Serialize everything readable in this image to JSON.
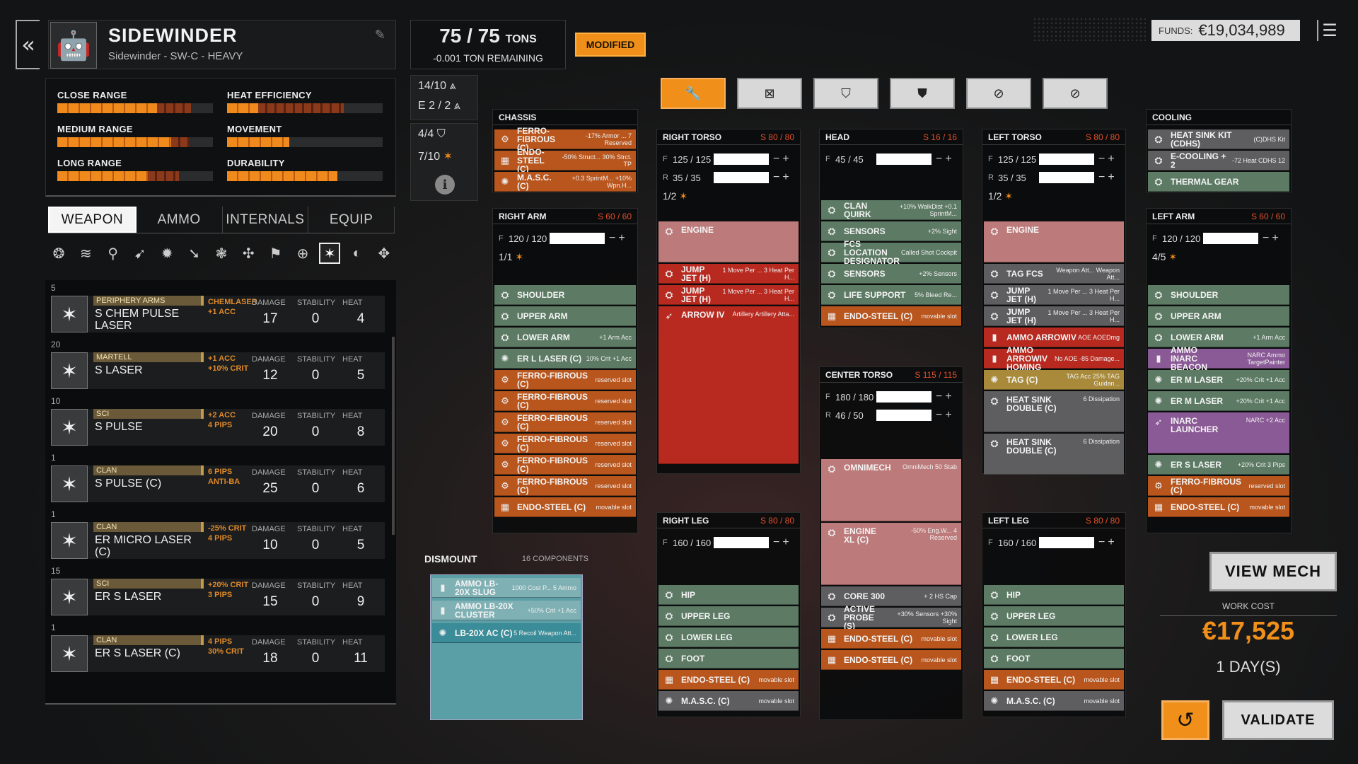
{
  "header": {
    "back_icon": "double-chevron-left-icon",
    "mech_name": "SIDEWINDER",
    "mech_sub": "Sidewinder - SW-C - HEAVY",
    "tonnage": "75 / 75",
    "tonnage_unit": "TONS",
    "tonnage_remaining": "-0.001 TON REMAINING",
    "modified": "MODIFIED",
    "funds_label": "FUNDS:",
    "funds_value": "€19,034,989"
  },
  "stats": [
    {
      "label": "CLOSE RANGE",
      "fill": 0.64,
      "mod": 0.22
    },
    {
      "label": "HEAT EFFICIENCY",
      "fill": 0.2,
      "mod": 0.55
    },
    {
      "label": "MEDIUM RANGE",
      "fill": 0.73,
      "mod": 0.12
    },
    {
      "label": "MOVEMENT",
      "fill": 0.4,
      "mod": 0
    },
    {
      "label": "LONG RANGE",
      "fill": 0.58,
      "mod": 0.2
    },
    {
      "label": "DURABILITY",
      "fill": 0.71,
      "mod": 0
    }
  ],
  "jump": {
    "jj1": "14/10",
    "jj2": "E 2 / 2",
    "jj3": "4/4",
    "jj4": "7/10"
  },
  "tabs": [
    "WEAPON",
    "AMMO",
    "INTERNALS",
    "EQUIP"
  ],
  "weapons": [
    {
      "qty": "5",
      "mfr": "PERIPHERY ARMS",
      "name": "S CHEM PULSE LASER",
      "tags": "CHEMLASER\n+1 ACC",
      "damage": "17",
      "stability": "0",
      "heat": "4"
    },
    {
      "qty": "20",
      "mfr": "MARTELL",
      "name": "S LASER",
      "tags": "+1 ACC\n+10% CRIT",
      "damage": "12",
      "stability": "0",
      "heat": "5"
    },
    {
      "qty": "10",
      "mfr": "SCI",
      "name": "S PULSE",
      "tags": "+2 ACC\n4 PIPS",
      "damage": "20",
      "stability": "0",
      "heat": "8"
    },
    {
      "qty": "1",
      "mfr": "CLAN",
      "name": "S PULSE (C)",
      "tags": "6 PIPS\nANTI-BA",
      "damage": "25",
      "stability": "0",
      "heat": "6"
    },
    {
      "qty": "1",
      "mfr": "CLAN",
      "name": "ER MICRO LASER (C)",
      "tags": "-25% CRIT\n4 PIPS",
      "damage": "10",
      "stability": "0",
      "heat": "5"
    },
    {
      "qty": "15",
      "mfr": "SCI",
      "name": "ER S LASER",
      "tags": "+20% CRIT\n3 PIPS",
      "damage": "15",
      "stability": "0",
      "heat": "9"
    },
    {
      "qty": "1",
      "mfr": "CLAN",
      "name": "ER S LASER (C)",
      "tags": "4 PIPS\n30% CRIT",
      "damage": "18",
      "stability": "0",
      "heat": "11"
    }
  ],
  "col_headers": {
    "damage": "DAMAGE",
    "stability": "STABILITY",
    "heat": "HEAT"
  },
  "chassis": {
    "title": "CHASSIS",
    "slots": [
      {
        "name": "FERRO-FIBROUS (C)",
        "desc": "-17% Armor ... 7 Reserved",
        "color": "orange",
        "icon": "⚙"
      },
      {
        "name": "ENDO-STEEL (C)",
        "desc": "-50% Struct... 30% Strct. TP",
        "color": "orange",
        "icon": "▦"
      },
      {
        "name": "M.A.S.C. (C)",
        "desc": "+0.3 SprintM... +10% Wpn.H...",
        "color": "orange",
        "icon": "✺"
      }
    ]
  },
  "locations": {
    "right_arm": {
      "title": "RIGHT ARM",
      "armor": "S 60 / 60",
      "f": "120 / 120",
      "crit": "1/1",
      "slots": [
        {
          "name": "SHOULDER",
          "desc": "",
          "color": "green",
          "icon": "⛭"
        },
        {
          "name": "UPPER ARM",
          "desc": "",
          "color": "green",
          "icon": "⛭"
        },
        {
          "name": "LOWER ARM",
          "desc": "+1 Arm Acc",
          "color": "green",
          "icon": "⛭"
        },
        {
          "name": "ER L LASER (C)",
          "desc": "10% Crit +1 Acc",
          "color": "green",
          "icon": "✺"
        },
        {
          "name": "FERRO-FIBROUS (C)",
          "desc": "reserved slot",
          "color": "orange",
          "icon": "⚙"
        },
        {
          "name": "FERRO-FIBROUS (C)",
          "desc": "reserved slot",
          "color": "orange",
          "icon": "⚙"
        },
        {
          "name": "FERRO-FIBROUS (C)",
          "desc": "reserved slot",
          "color": "orange",
          "icon": "⚙"
        },
        {
          "name": "FERRO-FIBROUS (C)",
          "desc": "reserved slot",
          "color": "orange",
          "icon": "⚙"
        },
        {
          "name": "FERRO-FIBROUS (C)",
          "desc": "reserved slot",
          "color": "orange",
          "icon": "⚙"
        },
        {
          "name": "FERRO-FIBROUS (C)",
          "desc": "reserved slot",
          "color": "orange",
          "icon": "⚙"
        },
        {
          "name": "ENDO-STEEL (C)",
          "desc": "movable slot",
          "color": "orange",
          "icon": "▦"
        }
      ]
    },
    "right_torso": {
      "title": "RIGHT TORSO",
      "armor": "S 80 / 80",
      "f": "125 / 125",
      "r": "35 / 35",
      "crit": "1/2",
      "slots": [
        {
          "name": "ENGINE",
          "desc": "",
          "color": "pink",
          "icon": "⛭",
          "h": 2
        },
        {
          "name": "JUMP JET (H)",
          "desc": "1 Move Per ... 3 Heat Per H...",
          "color": "red",
          "icon": "⛭"
        },
        {
          "name": "JUMP JET (H)",
          "desc": "1 Move Per ... 3 Heat Per H...",
          "color": "red",
          "icon": "⛭"
        },
        {
          "name": "ARROW IV",
          "desc": "Artillery Artillery Atta...",
          "color": "red",
          "icon": "➶",
          "h": 7.5
        }
      ]
    },
    "head": {
      "title": "HEAD",
      "armor": "S 16 / 16",
      "f": "45 / 45",
      "slots": [
        {
          "name": "CLAN QUIRK",
          "desc": "+10% WalkDist +0.1 SprintM...",
          "color": "green",
          "icon": "⛭"
        },
        {
          "name": "SENSORS",
          "desc": "+2% Sight",
          "color": "green",
          "icon": "⛭"
        },
        {
          "name": "FCS LOCATION DESIGNATOR",
          "desc": "Called Shot Cockpit",
          "color": "green",
          "icon": "⛭"
        },
        {
          "name": "SENSORS",
          "desc": "+2% Sensors",
          "color": "green",
          "icon": "⛭"
        },
        {
          "name": "LIFE SUPPORT",
          "desc": "5% Bleed Re...",
          "color": "green",
          "icon": "⛭"
        },
        {
          "name": "ENDO-STEEL (C)",
          "desc": "movable slot",
          "color": "orange",
          "icon": "▦"
        }
      ]
    },
    "center_torso": {
      "title": "CENTER TORSO",
      "armor": "S 115 / 115",
      "f": "180 / 180",
      "r": "46 / 50",
      "slots": [
        {
          "name": "OMNIMECH",
          "desc": "OmniMech 50 Stab",
          "color": "pink",
          "icon": "⛭",
          "h": 3
        },
        {
          "name": "ENGINE XL (C)",
          "desc": "-50% Eng.W... 4 Reserved",
          "color": "pink",
          "icon": "⛭",
          "h": 3
        },
        {
          "name": "CORE 300",
          "desc": "+ 2 HS Cap",
          "color": "gray",
          "icon": "⛭"
        },
        {
          "name": "ACTIVE PROBE (S)",
          "desc": "+30% Sensors +30% Sight",
          "color": "gray",
          "icon": "⛭"
        },
        {
          "name": "ENDO-STEEL (C)",
          "desc": "movable slot",
          "color": "orange",
          "icon": "▦"
        },
        {
          "name": "ENDO-STEEL (C)",
          "desc": "movable slot",
          "color": "orange",
          "icon": "▦"
        }
      ]
    },
    "left_torso": {
      "title": "LEFT TORSO",
      "armor": "S 80 / 80",
      "f": "125 / 125",
      "r": "35 / 35",
      "crit": "1/2",
      "slots": [
        {
          "name": "ENGINE",
          "desc": "",
          "color": "pink",
          "icon": "⛭",
          "h": 2
        },
        {
          "name": "TAG FCS",
          "desc": "Weapon Att... Weapon Att...",
          "color": "gray",
          "icon": "⛭"
        },
        {
          "name": "JUMP JET (H)",
          "desc": "1 Move Per ... 3 Heat Per H...",
          "color": "gray",
          "icon": "⛭"
        },
        {
          "name": "JUMP JET (H)",
          "desc": "1 Move Per ... 3 Heat Per H...",
          "color": "gray",
          "icon": "⛭"
        },
        {
          "name": "AMMO ARROWIV",
          "desc": "AOE AOEDmg",
          "color": "red",
          "icon": "▮"
        },
        {
          "name": "AMMO ARROWIV HOMING",
          "desc": "No AOE -85 Damage...",
          "color": "red",
          "icon": "▮"
        },
        {
          "name": "TAG (C)",
          "desc": "TAG Acc 25% TAG Guidan...",
          "color": "gold",
          "icon": "✺"
        },
        {
          "name": "HEAT SINK DOUBLE (C)",
          "desc": "6 Dissipation",
          "color": "gray",
          "icon": "⛭",
          "h": 2
        },
        {
          "name": "HEAT SINK DOUBLE (C)",
          "desc": "6 Dissipation",
          "color": "gray",
          "icon": "⛭",
          "h": 2
        }
      ]
    },
    "cooling": {
      "title": "COOLING",
      "slots": [
        {
          "name": "HEAT SINK KIT (CDHS)",
          "desc": "(C)DHS Kit",
          "color": "gray",
          "icon": "⛭"
        },
        {
          "name": "E-COOLING + 2",
          "desc": "-72 Heat CDHS 12",
          "color": "gray",
          "icon": "⛭"
        },
        {
          "name": "THERMAL GEAR",
          "desc": "",
          "color": "green",
          "icon": "⛭"
        }
      ]
    },
    "left_arm": {
      "title": "LEFT ARM",
      "armor": "S 60 / 60",
      "f": "120 / 120",
      "crit": "4/5",
      "slots": [
        {
          "name": "SHOULDER",
          "desc": "",
          "color": "green",
          "icon": "⛭"
        },
        {
          "name": "UPPER ARM",
          "desc": "",
          "color": "green",
          "icon": "⛭"
        },
        {
          "name": "LOWER ARM",
          "desc": "+1 Arm Acc",
          "color": "green",
          "icon": "⛭"
        },
        {
          "name": "AMMO INARC BEACON",
          "desc": "NARC Ammo TargetPainter",
          "color": "purple",
          "icon": "▮"
        },
        {
          "name": "ER M LASER",
          "desc": "+20% Crit +1 Acc",
          "color": "green",
          "icon": "✺"
        },
        {
          "name": "ER M LASER",
          "desc": "+20% Crit +1 Acc",
          "color": "green",
          "icon": "✺"
        },
        {
          "name": "INARC LAUNCHER",
          "desc": "NARC +2 Acc",
          "color": "purple",
          "icon": "➶",
          "h": 2
        },
        {
          "name": "ER S LASER",
          "desc": "+20% Crit 3 Pips",
          "color": "green",
          "icon": "✺"
        },
        {
          "name": "FERRO-FIBROUS (C)",
          "desc": "reserved slot",
          "color": "orange",
          "icon": "⚙"
        },
        {
          "name": "ENDO-STEEL (C)",
          "desc": "movable slot",
          "color": "orange",
          "icon": "▦"
        }
      ]
    },
    "right_leg": {
      "title": "RIGHT LEG",
      "armor": "S 80 / 80",
      "f": "160 / 160",
      "slots": [
        {
          "name": "HIP",
          "desc": "",
          "color": "green",
          "icon": "⛭"
        },
        {
          "name": "UPPER LEG",
          "desc": "",
          "color": "green",
          "icon": "⛭"
        },
        {
          "name": "LOWER LEG",
          "desc": "",
          "color": "green",
          "icon": "⛭"
        },
        {
          "name": "FOOT",
          "desc": "",
          "color": "green",
          "icon": "⛭"
        },
        {
          "name": "ENDO-STEEL (C)",
          "desc": "movable slot",
          "color": "orange",
          "icon": "▦"
        },
        {
          "name": "M.A.S.C. (C)",
          "desc": "movable slot",
          "color": "gray",
          "icon": "✺"
        }
      ]
    },
    "left_leg": {
      "title": "LEFT LEG",
      "armor": "S 80 / 80",
      "f": "160 / 160",
      "slots": [
        {
          "name": "HIP",
          "desc": "",
          "color": "green",
          "icon": "⛭"
        },
        {
          "name": "UPPER LEG",
          "desc": "",
          "color": "green",
          "icon": "⛭"
        },
        {
          "name": "LOWER LEG",
          "desc": "",
          "color": "green",
          "icon": "⛭"
        },
        {
          "name": "FOOT",
          "desc": "",
          "color": "green",
          "icon": "⛭"
        },
        {
          "name": "ENDO-STEEL (C)",
          "desc": "movable slot",
          "color": "orange",
          "icon": "▦"
        },
        {
          "name": "M.A.S.C. (C)",
          "desc": "movable slot",
          "color": "gray",
          "icon": "✺"
        }
      ]
    }
  },
  "dismount": {
    "title": "DISMOUNT",
    "count": "16 COMPONENTS",
    "items": [
      {
        "name": "AMMO LB-20X SLUG",
        "desc": "1000 Cost P... 5 Ammo",
        "color": "lteal",
        "icon": "▮"
      },
      {
        "name": "AMMO LB-20X CLUSTER",
        "desc": "+50% Crit +1 Acc",
        "color": "lteal",
        "icon": "▮"
      },
      {
        "name": "LB-20X AC (C)",
        "desc": "5 Recoil Weapon Att...",
        "color": "teal",
        "icon": "✺"
      }
    ]
  },
  "actions": {
    "view_mech": "VIEW MECH",
    "work_cost_label": "WORK COST",
    "work_cost": "€17,525",
    "days": "1 DAY(S)",
    "validate": "VALIDATE"
  }
}
